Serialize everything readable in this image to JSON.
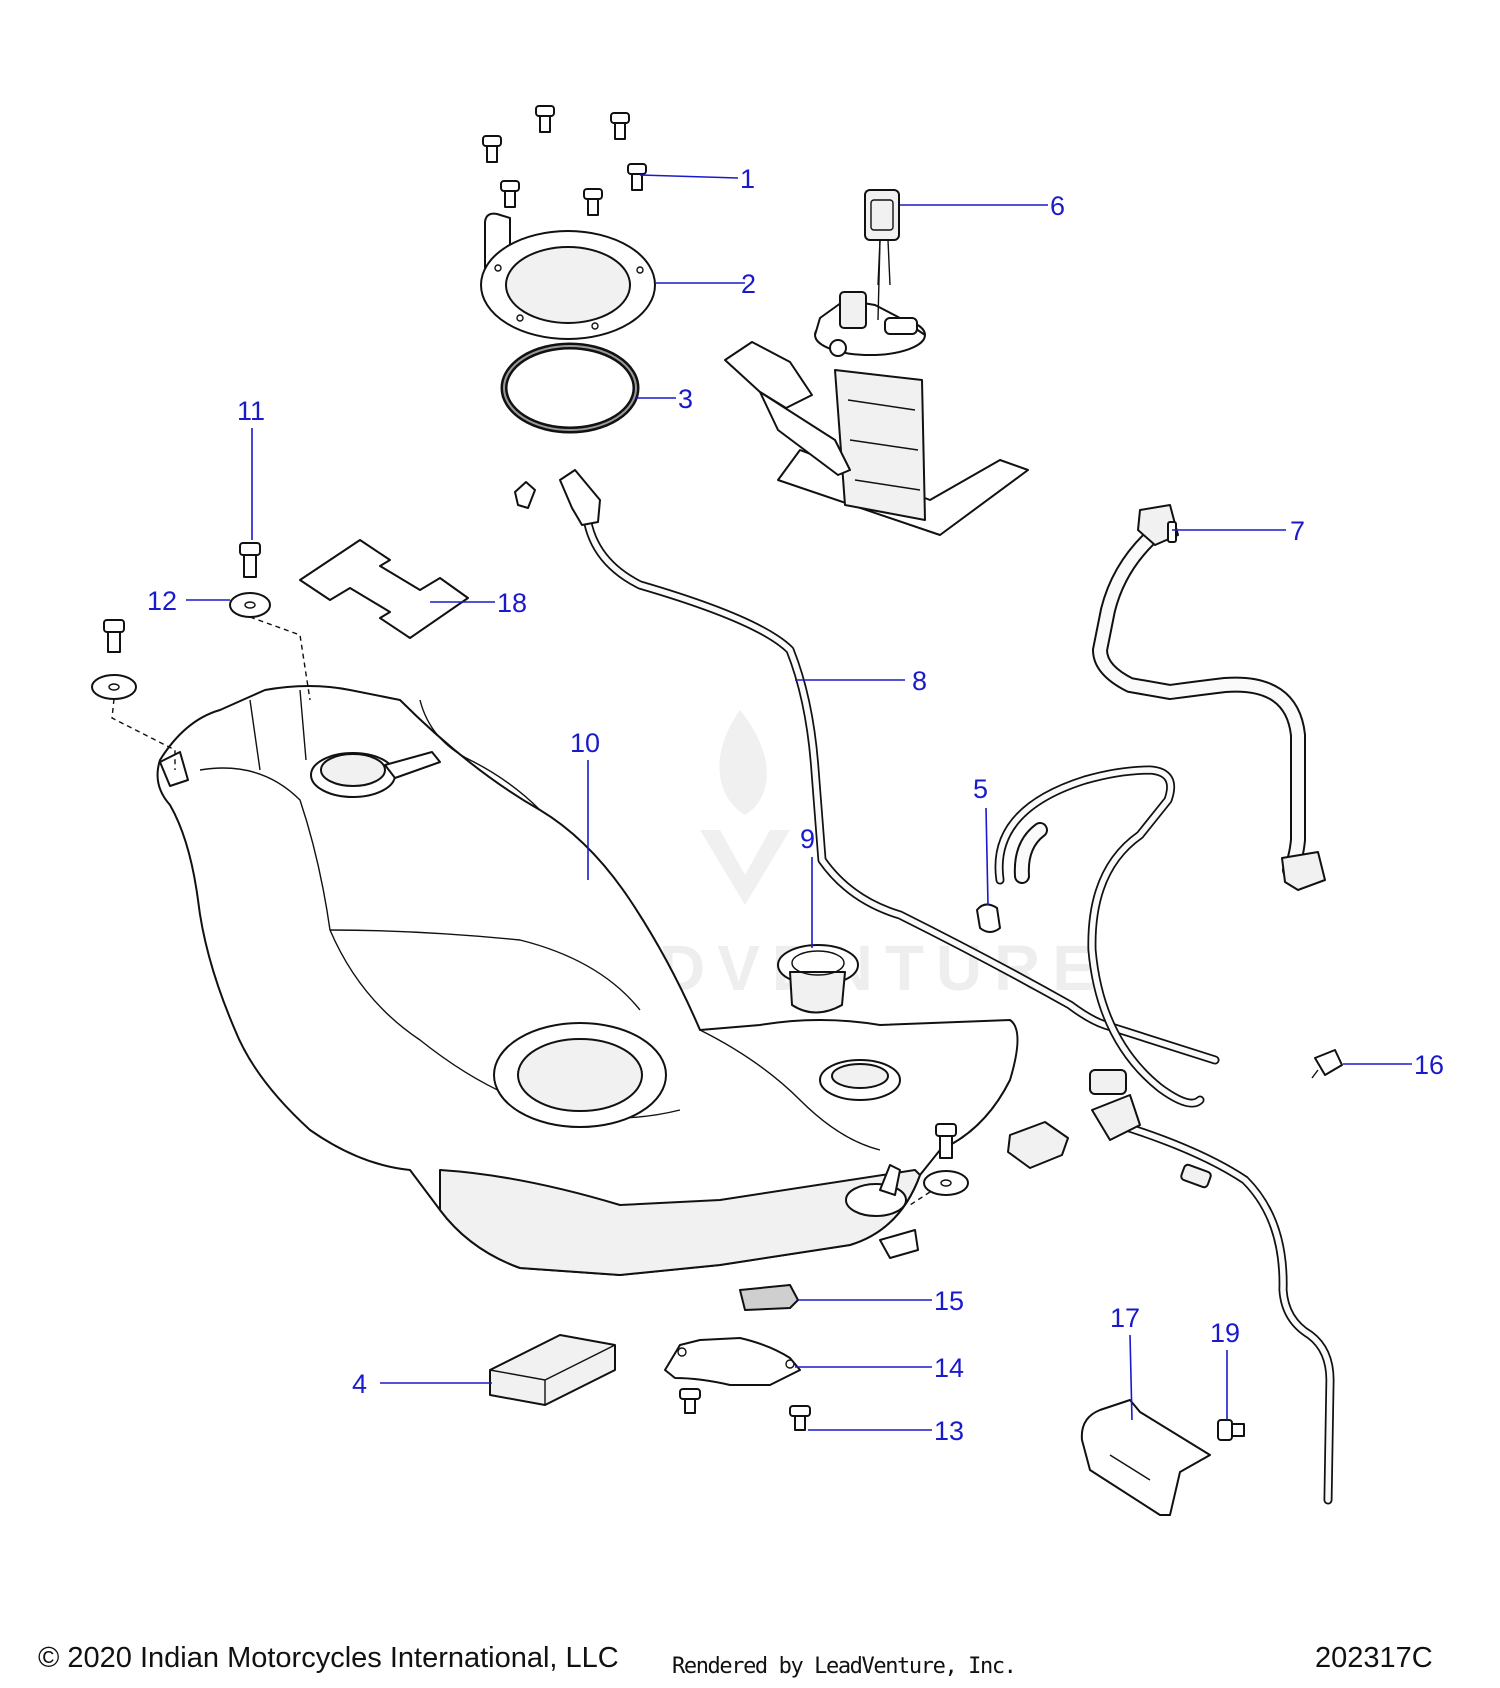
{
  "footer": {
    "copyright": "© 2020 Indian Motorcycles International, LLC",
    "rendered_by": "Rendered by LeadVenture, Inc.",
    "diagram_code": "202317C"
  },
  "watermark": {
    "text": "LEADVENTURE"
  },
  "callouts": [
    "1",
    "2",
    "3",
    "4",
    "5",
    "6",
    "7",
    "8",
    "9",
    "10",
    "11",
    "12",
    "13",
    "14",
    "15",
    "16",
    "17",
    "18",
    "19"
  ],
  "colors": {
    "callout": "#1a1acc",
    "line": "#111111"
  }
}
